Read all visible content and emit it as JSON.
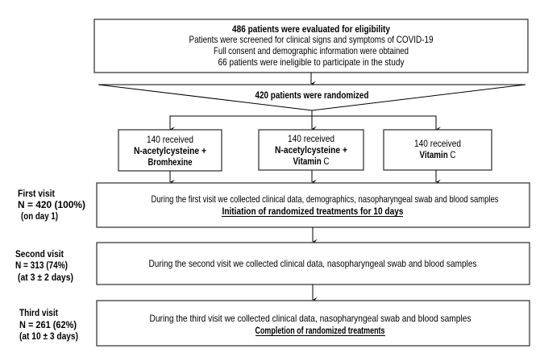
{
  "screening": {
    "title": "486 patients were evaluated for eligibility",
    "lines": [
      "Patients were screened for clinical signs and symptoms of COVID-19",
      "Full consent and demographic information were obtained",
      "66 patients were ineligible to participate in the study"
    ]
  },
  "randomization": {
    "label": "420 patients were randomized"
  },
  "arms": [
    {
      "count": "140 received",
      "drug_line1": "N-acetylcysteine +",
      "drug_line2": "Bromhexine"
    },
    {
      "count": "140 received",
      "drug_line1": "N-acetylcysteine +",
      "drug_line2_bold": "Vitamin",
      "drug_line2_normal": " C"
    },
    {
      "count": "140 received",
      "drug_bold": "Vitamin",
      "drug_normal": " C"
    }
  ],
  "visits": [
    {
      "label": "First visit",
      "n": "N = 420 (100%)",
      "timing": "(on day 1)",
      "description": "During the first visit we collected clinical data, demographics, nasopharyngeal swab and blood samples",
      "note": "Initiation of randomized treatments for 10 days"
    },
    {
      "label": "Second visit",
      "n": "N = 313 (74%)",
      "timing": "(at 3 ± 2 days)",
      "description": "During the second visit we collected clinical data, nasopharyngeal swab and blood samples"
    },
    {
      "label": "Third visit",
      "n": "N = 261 (62%)",
      "timing": "(at 10 ± 3 days)",
      "description": "During the third visit we collected clinical data, nasopharyngeal swab and blood samples",
      "note": "Completion of randomized treatments"
    }
  ]
}
